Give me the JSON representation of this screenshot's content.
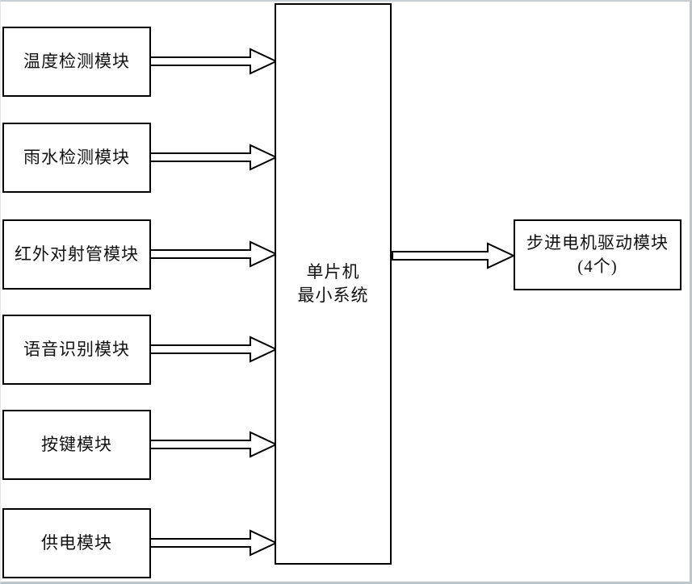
{
  "diagram": {
    "inputs": [
      {
        "label": "温度检测模块"
      },
      {
        "label": "雨水检测模块"
      },
      {
        "label": "红外对射管模块"
      },
      {
        "label": "语音识别模块"
      },
      {
        "label": "按键模块"
      },
      {
        "label": "供电模块"
      }
    ],
    "controller": {
      "line1": "单片机",
      "line2": "最小系统"
    },
    "output": {
      "line1": "步进电机驱动模块",
      "line2": "(4个)"
    },
    "connections": [
      {
        "from": "温度检测模块",
        "to": "单片机最小系统"
      },
      {
        "from": "雨水检测模块",
        "to": "单片机最小系统"
      },
      {
        "from": "红外对射管模块",
        "to": "单片机最小系统"
      },
      {
        "from": "语音识别模块",
        "to": "单片机最小系统"
      },
      {
        "from": "按键模块",
        "to": "单片机最小系统"
      },
      {
        "from": "供电模块",
        "to": "单片机最小系统"
      },
      {
        "from": "单片机最小系统",
        "to": "步进电机驱动模块(4个)"
      }
    ],
    "colors": {
      "box_border": "#000000",
      "background": "#ffffff",
      "frame": "#c4cbd0",
      "text": "#111111"
    }
  }
}
